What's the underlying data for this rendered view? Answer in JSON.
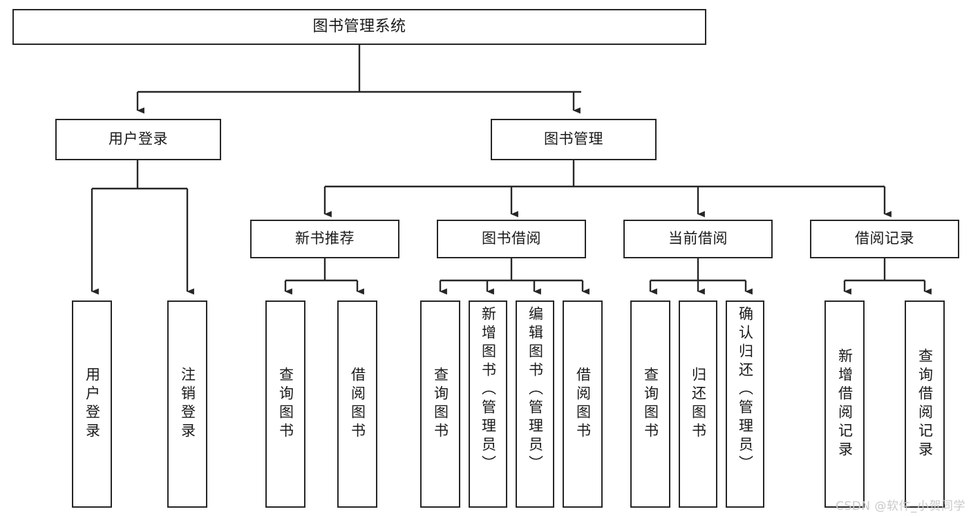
{
  "diagram": {
    "title": "图书管理系统",
    "type": "tree",
    "stroke_color": "#262626",
    "background_color": "#ffffff",
    "text_color": "#1a1a1a"
  },
  "watermark": {
    "text": "CSDN @软件_小贺同学",
    "color": "#c9c9c9"
  },
  "nodes": {
    "root": {
      "label": "图书管理系统",
      "level": 0,
      "orientation": "horizontal"
    },
    "l1": [
      {
        "id": "user-login",
        "label": "用户登录",
        "level": 1,
        "orientation": "horizontal"
      },
      {
        "id": "book-management",
        "label": "图书管理",
        "level": 1,
        "orientation": "horizontal"
      }
    ],
    "l2": [
      {
        "id": "new-book-recommend",
        "label": "新书推荐",
        "level": 2,
        "orientation": "horizontal",
        "parent": "book-management"
      },
      {
        "id": "book-borrow",
        "label": "图书借阅",
        "level": 2,
        "orientation": "horizontal",
        "parent": "book-management"
      },
      {
        "id": "current-borrow",
        "label": "当前借阅",
        "level": 2,
        "orientation": "horizontal",
        "parent": "book-management"
      },
      {
        "id": "borrow-record",
        "label": "借阅记录",
        "level": 2,
        "orientation": "horizontal",
        "parent": "book-management"
      }
    ],
    "leaves": [
      {
        "id": "leaf-user-login",
        "label": "用户登录",
        "parent": "user-login",
        "orientation": "vertical"
      },
      {
        "id": "leaf-user-logout",
        "label": "注销登录",
        "parent": "user-login",
        "orientation": "vertical"
      },
      {
        "id": "leaf-query-book-1",
        "label": "查询图书",
        "parent": "new-book-recommend",
        "orientation": "vertical"
      },
      {
        "id": "leaf-borrow-book-1",
        "label": "借阅图书",
        "parent": "new-book-recommend",
        "orientation": "vertical"
      },
      {
        "id": "leaf-query-book-2",
        "label": "查询图书",
        "parent": "book-borrow",
        "orientation": "vertical"
      },
      {
        "id": "leaf-add-book",
        "label": "新增图书（管理员）",
        "parent": "book-borrow",
        "orientation": "vertical"
      },
      {
        "id": "leaf-edit-book",
        "label": "编辑图书（管理员）",
        "parent": "book-borrow",
        "orientation": "vertical"
      },
      {
        "id": "leaf-borrow-book-2",
        "label": "借阅图书",
        "parent": "book-borrow",
        "orientation": "vertical"
      },
      {
        "id": "leaf-query-book-3",
        "label": "查询图书",
        "parent": "current-borrow",
        "orientation": "vertical"
      },
      {
        "id": "leaf-return-book",
        "label": "归还图书",
        "parent": "current-borrow",
        "orientation": "vertical"
      },
      {
        "id": "leaf-confirm-return",
        "label": "确认归还（管理员）",
        "parent": "current-borrow",
        "orientation": "vertical"
      },
      {
        "id": "leaf-add-record",
        "label": "新增借阅记录",
        "parent": "borrow-record",
        "orientation": "vertical"
      },
      {
        "id": "leaf-query-record",
        "label": "查询借阅记录",
        "parent": "borrow-record",
        "orientation": "vertical"
      }
    ]
  }
}
